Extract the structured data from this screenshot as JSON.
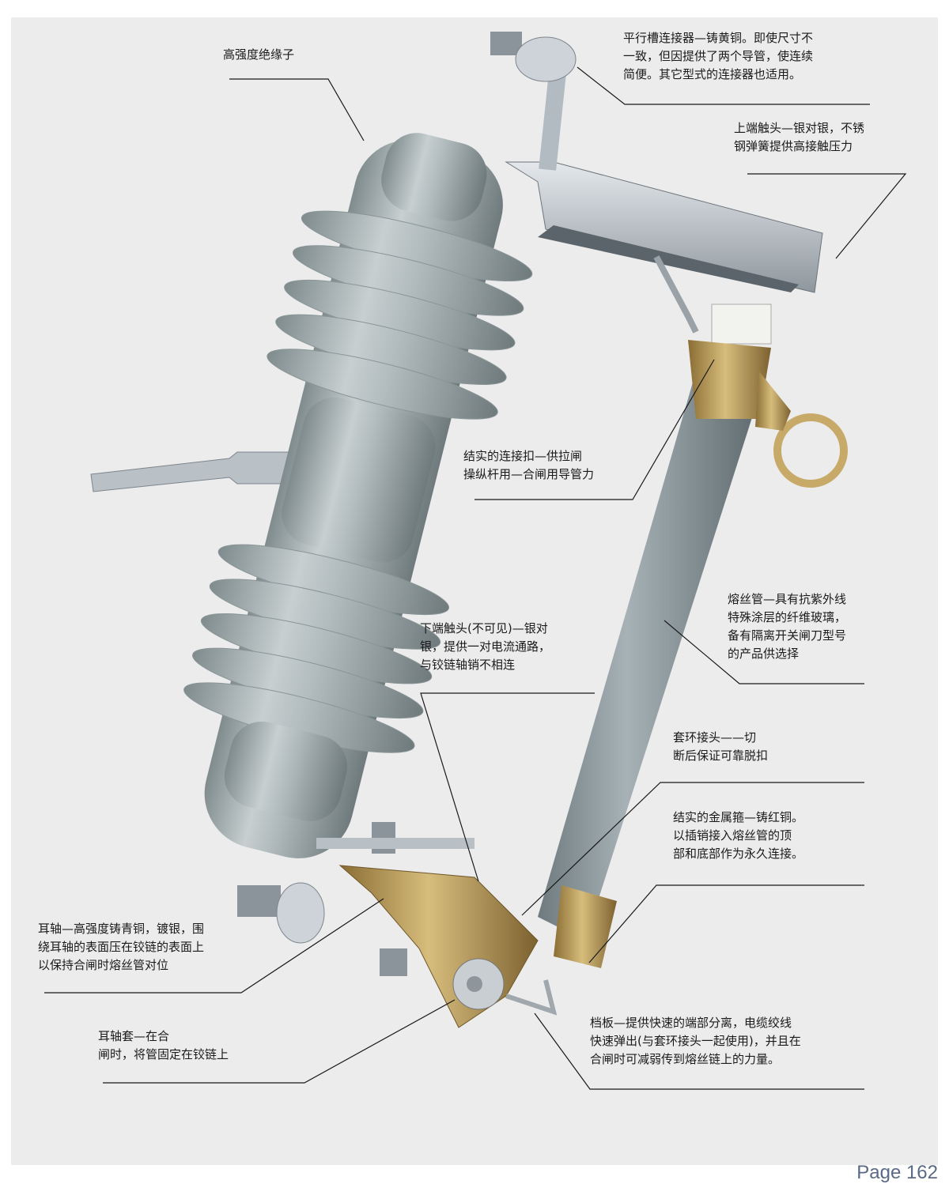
{
  "callouts": {
    "insulator": {
      "lines": [
        "高强度绝缘子"
      ]
    },
    "connector": {
      "lines": [
        "平行槽连接器—铸黄铜。即使尺寸不",
        "一致，但因提供了两个导管，使连续",
        "简便。其它型式的连接器也适用。"
      ]
    },
    "upper_contact": {
      "lines": [
        "上端触头—银对银，不锈",
        "钢弹簧提供高接触压力"
      ]
    },
    "pull_ring": {
      "lines": [
        "结实的连接扣—供拉闸",
        "操纵杆用—合闸用导管力"
      ]
    },
    "fuse_tube": {
      "lines": [
        "熔丝管—具有抗紫外线",
        "特殊涂层的纤维玻璃，",
        "备有隔离开关闸刀型号",
        "的产品供选择"
      ]
    },
    "lower_contact": {
      "lines": [
        "下端触头(不可见)—银对",
        "银，提供一对电流通路，",
        "与铰链轴销不相连"
      ]
    },
    "ring_joint": {
      "lines": [
        "套环接头——切",
        "断后保证可靠脱扣"
      ]
    },
    "metal_ferrule": {
      "lines": [
        "结实的金属箍—铸红铜。",
        "以插销接入熔丝管的顶",
        "部和底部作为永久连接。"
      ]
    },
    "trunnion": {
      "lines": [
        "耳轴—高强度铸青铜，镀银，围",
        "绕耳轴的表面压在铰链的表面上",
        "以保持合闸时熔丝管对位"
      ]
    },
    "trunnion_sleeve": {
      "lines": [
        "耳轴套—在合",
        "闸时，将管固定在铰链上"
      ]
    },
    "flap": {
      "lines": [
        "档板—提供快速的端部分离，电缆绞线",
        "快速弹出(与套环接头一起使用)，并且在",
        "合闸时可减弱传到熔丝链上的力量。"
      ]
    }
  },
  "page_number": "Page 162",
  "colors": {
    "background": "#ececec",
    "porcelain": "#a6b1b3",
    "tube": "#8f9a9e",
    "bronze": "#b89a55",
    "steel": "#c9ced3",
    "leader": "#1a1a1a"
  }
}
